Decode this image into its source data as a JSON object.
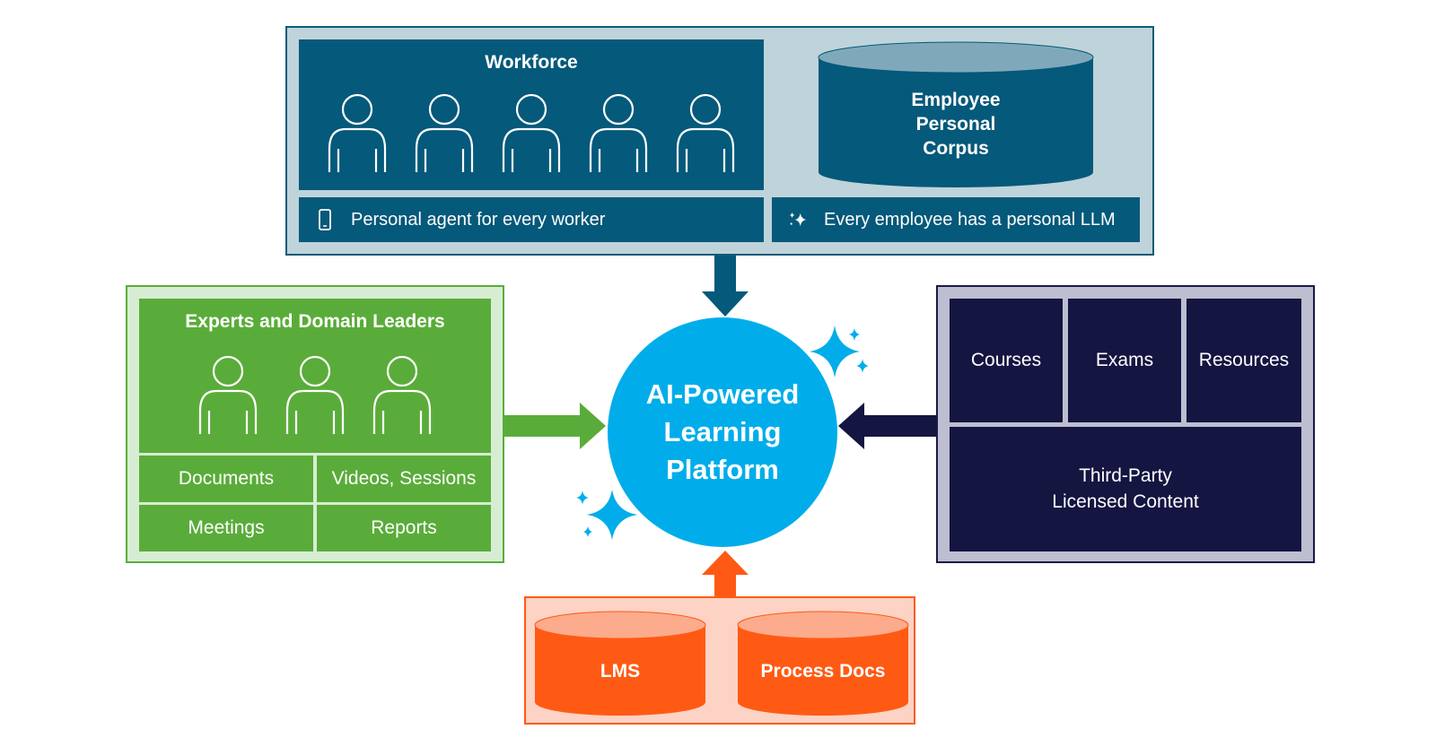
{
  "workforce": {
    "title": "Workforce",
    "corpus_label_lines": [
      "Employee",
      "Personal",
      "Corpus"
    ],
    "agent_bar": "Personal agent for every worker",
    "llm_bar": "Every employee has a personal LLM",
    "people_count": 5
  },
  "experts": {
    "title": "Experts and Domain Leaders",
    "people_count": 3,
    "cells": [
      "Documents",
      "Videos, Sessions",
      "Meetings",
      "Reports"
    ]
  },
  "content": {
    "cells": [
      "Courses",
      "Exams",
      "Resources"
    ],
    "licensed_lines": [
      "Third-Party",
      "Licensed Content"
    ]
  },
  "sources": {
    "lms": "LMS",
    "process_docs": "Process Docs"
  },
  "hub": {
    "title": "AI-Powered Learning Platform"
  },
  "colors": {
    "workforce": "#05597a",
    "workforce_light": "#bfd3da",
    "experts": "#5aac3a",
    "experts_light": "#d7edd3",
    "content": "#151542",
    "content_light": "#bdbed0",
    "sources": "#ff5a14",
    "sources_light": "#fcd3c4",
    "hub": "#00adea"
  },
  "icons": [
    "person-icon",
    "phone-icon",
    "sparkle-icon",
    "database-icon",
    "arrow-down-icon",
    "arrow-right-icon",
    "arrow-left-icon",
    "arrow-up-icon"
  ]
}
